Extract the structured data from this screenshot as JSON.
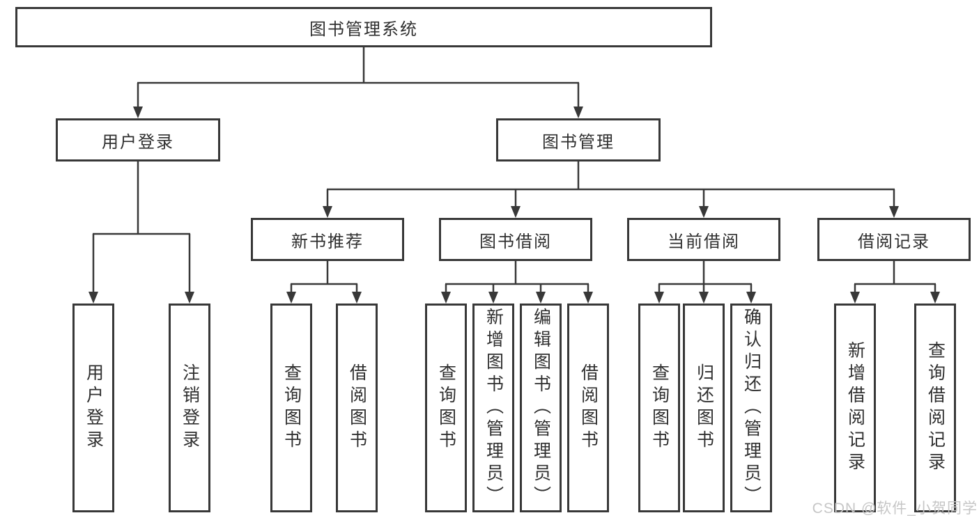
{
  "tree": {
    "label": "图书管理系统",
    "children": [
      {
        "label": "用户登录",
        "children": [
          {
            "label": "用户登录"
          },
          {
            "label": "注销登录"
          }
        ]
      },
      {
        "label": "图书管理",
        "children": [
          {
            "label": "新书推荐",
            "children": [
              {
                "label": "查询图书"
              },
              {
                "label": "借阅图书"
              }
            ]
          },
          {
            "label": "图书借阅",
            "children": [
              {
                "label": "查询图书"
              },
              {
                "label": "新增图书（管理员）"
              },
              {
                "label": "编辑图书（管理员）"
              },
              {
                "label": "借阅图书"
              }
            ]
          },
          {
            "label": "当前借阅",
            "children": [
              {
                "label": "查询图书"
              },
              {
                "label": "归还图书"
              },
              {
                "label": "确认归还（管理员）"
              }
            ]
          },
          {
            "label": "借阅记录",
            "children": [
              {
                "label": "新增借阅记录"
              },
              {
                "label": "查询借阅记录"
              }
            ]
          }
        ]
      }
    ]
  },
  "watermark": "CSDN @软件_小贺同学",
  "colors": {
    "line": "#383838",
    "text": "#2f2f2f",
    "watermark": "#c6c6c6",
    "background": "#ffffff"
  }
}
